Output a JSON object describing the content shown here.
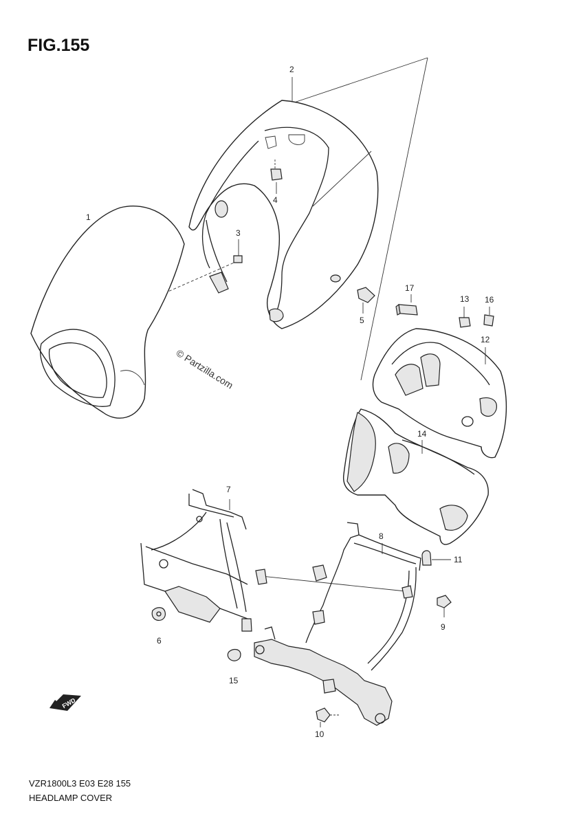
{
  "figure": {
    "title": "FIG.155"
  },
  "watermark": "© Partzilla.com",
  "fwd_label": "FWD",
  "footer": {
    "model_line": "VZR1800L3  E03  E28  155",
    "name_line": "HEADLAMP COVER"
  },
  "callouts": [
    {
      "id": "1",
      "label": "1"
    },
    {
      "id": "2",
      "label": "2"
    },
    {
      "id": "3",
      "label": "3"
    },
    {
      "id": "4",
      "label": "4"
    },
    {
      "id": "5",
      "label": "5"
    },
    {
      "id": "6",
      "label": "6"
    },
    {
      "id": "7",
      "label": "7"
    },
    {
      "id": "8",
      "label": "8"
    },
    {
      "id": "9",
      "label": "9"
    },
    {
      "id": "10",
      "label": "10"
    },
    {
      "id": "11",
      "label": "11"
    },
    {
      "id": "12",
      "label": "12"
    },
    {
      "id": "13",
      "label": "13"
    },
    {
      "id": "14",
      "label": "14"
    },
    {
      "id": "15",
      "label": "15"
    },
    {
      "id": "16",
      "label": "16"
    },
    {
      "id": "17",
      "label": "17"
    }
  ]
}
